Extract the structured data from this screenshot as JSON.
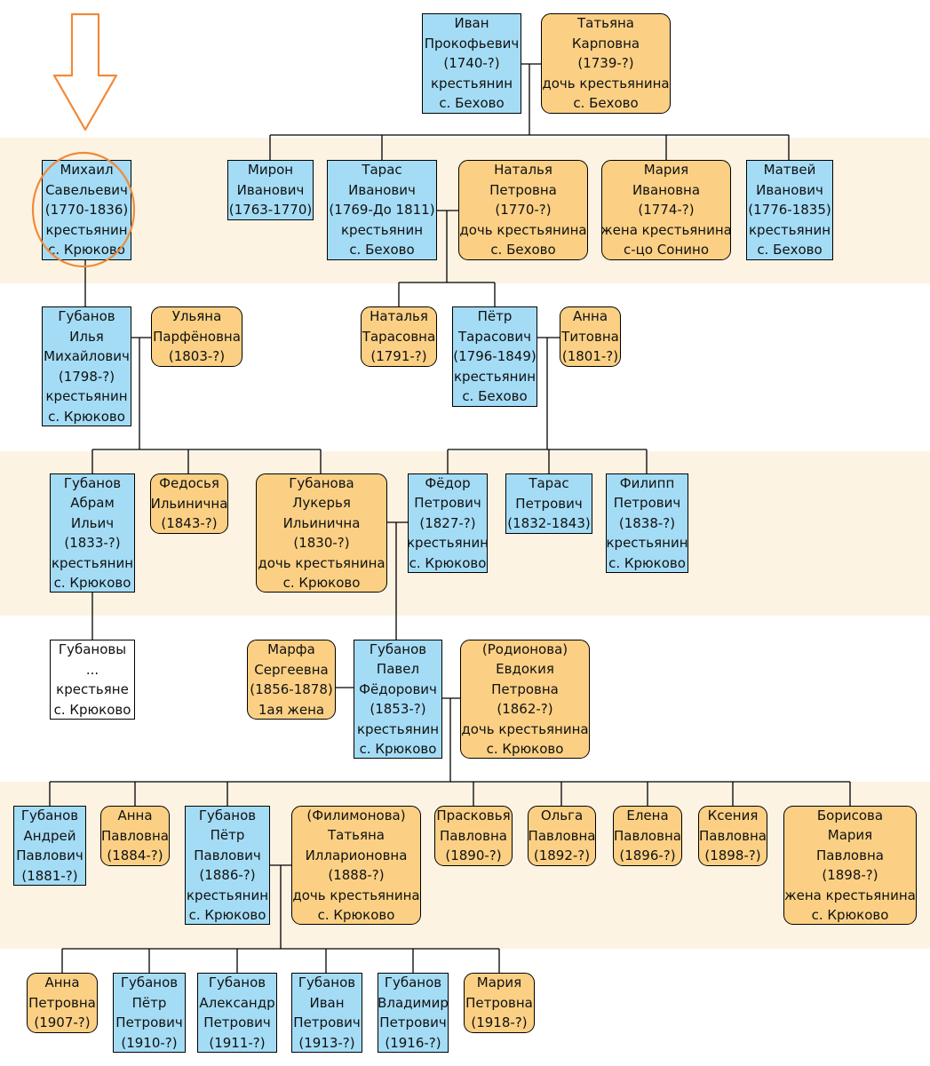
{
  "colors": {
    "male": "#a4dcf6",
    "female": "#fbd084",
    "band": "#fdf3e3",
    "marker": "#f08a3a"
  },
  "markers": {
    "arrow": "down-arrow-icon",
    "circle": "highlight-circle"
  },
  "people": [
    {
      "id": "ivan",
      "kind": "male",
      "lines": [
        "Иван",
        "Прокофьевич",
        "(1740-?)",
        "крестьянин",
        "с. Бехово"
      ]
    },
    {
      "id": "tatyana",
      "kind": "female",
      "lines": [
        "Татьяна",
        "Карповна",
        "(1739-?)",
        "дочь крестьянина",
        "с. Бехово"
      ]
    },
    {
      "id": "mikhail",
      "kind": "male",
      "lines": [
        "Михаил",
        "Савельевич",
        "(1770-1836)",
        "крестьянин",
        "с. Крюково"
      ]
    },
    {
      "id": "miron",
      "kind": "male",
      "lines": [
        "Мирон",
        "Иванович",
        "(1763-1770)"
      ]
    },
    {
      "id": "taras",
      "kind": "male",
      "lines": [
        "Тарас",
        "Иванович",
        "(1769-До 1811)",
        "крестьянин",
        "с. Бехово"
      ]
    },
    {
      "id": "natalya_p",
      "kind": "female",
      "lines": [
        "Наталья",
        "Петровна",
        "(1770-?)",
        "дочь крестьянина",
        "с. Бехово"
      ]
    },
    {
      "id": "mariya_i",
      "kind": "female",
      "lines": [
        "Мария",
        "Ивановна",
        "(1774-?)",
        "жена крестьянина",
        "с-цо Сонино"
      ]
    },
    {
      "id": "matvey",
      "kind": "male",
      "lines": [
        "Матвей",
        "Иванович",
        "(1776-1835)",
        "крестьянин",
        "с. Бехово"
      ]
    },
    {
      "id": "ilya",
      "kind": "male",
      "lines": [
        "Губанов",
        "Илья",
        "Михайлович",
        "(1798-?)",
        "крестьянин",
        "с. Крюково"
      ]
    },
    {
      "id": "ulyana",
      "kind": "female",
      "lines": [
        "Ульяна",
        "Парфёновна",
        "(1803-?)"
      ]
    },
    {
      "id": "natalya_t",
      "kind": "female",
      "lines": [
        "Наталья",
        "Тарасовна",
        "(1791-?)"
      ]
    },
    {
      "id": "pyotr_t",
      "kind": "male",
      "lines": [
        "Пётр",
        "Тарасович",
        "(1796-1849)",
        "крестьянин",
        "с. Бехово"
      ]
    },
    {
      "id": "anna_t",
      "kind": "female",
      "lines": [
        "Анна",
        "Титовна",
        "(1801-?)"
      ]
    },
    {
      "id": "abram",
      "kind": "male",
      "lines": [
        "Губанов",
        "Абрам",
        "Ильич",
        "(1833-?)",
        "крестьянин",
        "с. Крюково"
      ]
    },
    {
      "id": "fedosya",
      "kind": "female",
      "lines": [
        "Федосья",
        "Ильинична",
        "(1843-?)"
      ]
    },
    {
      "id": "lukerya",
      "kind": "female",
      "lines": [
        "Губанова",
        "Лукерья",
        "Ильинична",
        "(1830-?)",
        "дочь крестьянина",
        "с. Крюково"
      ]
    },
    {
      "id": "fyodor",
      "kind": "male",
      "lines": [
        "Фёдор",
        "Петрович",
        "(1827-?)",
        "крестьянин",
        "с. Крюково"
      ]
    },
    {
      "id": "taras_p",
      "kind": "male",
      "lines": [
        "Тарас",
        "Петрович",
        "(1832-1843)"
      ]
    },
    {
      "id": "filipp",
      "kind": "male",
      "lines": [
        "Филипп",
        "Петрович",
        "(1838-?)",
        "крестьянин",
        "с. Крюково"
      ]
    },
    {
      "id": "gubanovy",
      "kind": "plain",
      "lines": [
        "Губановы",
        "...",
        "крестьяне",
        "с. Крюково"
      ]
    },
    {
      "id": "marfa",
      "kind": "female",
      "lines": [
        "Марфа",
        "Сергеевна",
        "(1856-1878)",
        "1ая жена"
      ]
    },
    {
      "id": "pavel",
      "kind": "male",
      "lines": [
        "Губанов",
        "Павел",
        "Фёдорович",
        "(1853-?)",
        "крестьянин",
        "с. Крюково"
      ]
    },
    {
      "id": "evdokiya",
      "kind": "female",
      "lines": [
        "(Родионова)",
        "Евдокия",
        "Петровна",
        "(1862-?)",
        "дочь крестьянина",
        "с. Крюково"
      ]
    },
    {
      "id": "andrey",
      "kind": "male",
      "lines": [
        "Губанов",
        "Андрей",
        "Павлович",
        "(1881-?)"
      ]
    },
    {
      "id": "anna_p",
      "kind": "female",
      "lines": [
        "Анна",
        "Павловна",
        "(1884-?)"
      ]
    },
    {
      "id": "pyotr_p",
      "kind": "male",
      "lines": [
        "Губанов",
        "Пётр",
        "Павлович",
        "(1886-?)",
        "крестьянин",
        "с. Крюково"
      ]
    },
    {
      "id": "tatyana_i",
      "kind": "female",
      "lines": [
        "(Филимонова)",
        "Татьяна",
        "Илларионовна",
        "(1888-?)",
        "дочь крестьянина",
        "с. Крюково"
      ]
    },
    {
      "id": "praskovya",
      "kind": "female",
      "lines": [
        "Прасковья",
        "Павловна",
        "(1890-?)"
      ]
    },
    {
      "id": "olga",
      "kind": "female",
      "lines": [
        "Ольга",
        "Павловна",
        "(1892-?)"
      ]
    },
    {
      "id": "elena",
      "kind": "female",
      "lines": [
        "Елена",
        "Павловна",
        "(1896-?)"
      ]
    },
    {
      "id": "kseniya",
      "kind": "female",
      "lines": [
        "Ксения",
        "Павловна",
        "(1898-?)"
      ]
    },
    {
      "id": "mariya_b",
      "kind": "female",
      "lines": [
        "Борисова",
        "Мария",
        "Павловна",
        "(1898-?)",
        "жена крестьянина",
        "с. Крюково"
      ]
    },
    {
      "id": "anna_pe",
      "kind": "female",
      "lines": [
        "Анна",
        "Петровна",
        "(1907-?)"
      ]
    },
    {
      "id": "pyotr_pe",
      "kind": "male",
      "lines": [
        "Губанов",
        "Пётр",
        "Петрович",
        "(1910-?)"
      ]
    },
    {
      "id": "aleksandr",
      "kind": "male",
      "lines": [
        "Губанов",
        "Александр",
        "Петрович",
        "(1911-?)"
      ]
    },
    {
      "id": "ivan_pe",
      "kind": "male",
      "lines": [
        "Губанов",
        "Иван",
        "Петрович",
        "(1913-?)"
      ]
    },
    {
      "id": "vladimir",
      "kind": "male",
      "lines": [
        "Губанов",
        "Владимир",
        "Петрович",
        "(1916-?)"
      ]
    },
    {
      "id": "mariya_pe",
      "kind": "female",
      "lines": [
        "Мария",
        "Петровна",
        "(1918-?)"
      ]
    }
  ]
}
